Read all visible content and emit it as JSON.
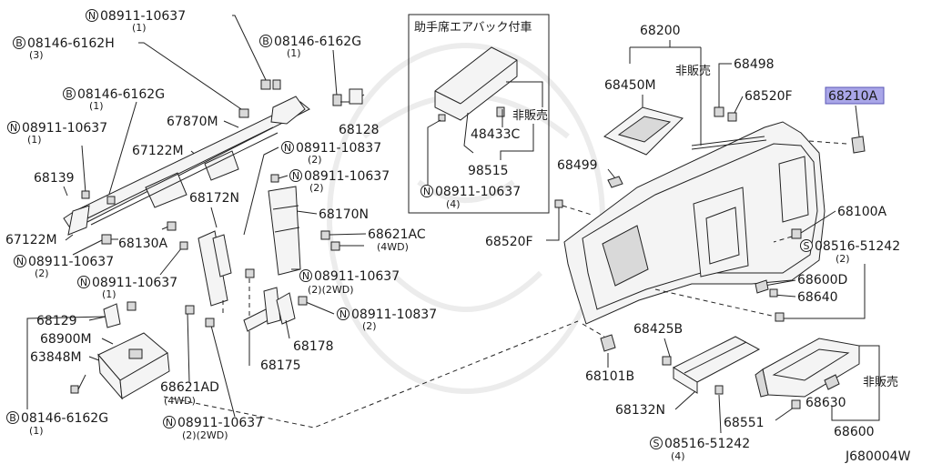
{
  "diagram_code": "J680004W",
  "inset_title": "助手席エアバック付車",
  "labels": {
    "p_0891110637_a": "08911-10637",
    "p_0891110637_a_q": "(1)",
    "p_0814661620h": "08146-6162H",
    "p_0814661620h_q": "(3)",
    "p_0814661620g_a": "08146-6162G",
    "p_0814661620g_a_q": "(1)",
    "p_0814661620g_b": "08146-6162G",
    "p_0814661620g_b_q": "(1)",
    "p_0891110637_b": "08911-10637",
    "p_0891110637_b_q": "(1)",
    "p_67870m": "67870M",
    "p_67122m_a": "67122M",
    "p_68139": "68139",
    "p_67122m_b": "67122M",
    "p_68130a": "68130A",
    "p_0891110637_c": "08911-10637",
    "p_0891110637_c_q": "(2)",
    "p_0891110637_d": "08911-10637",
    "p_0891110637_d_q": "(1)",
    "p_68128": "68128",
    "p_0891110837_a": "08911-10837",
    "p_0891110837_a_q": "(2)",
    "p_0891110637_e": "08911-10637",
    "p_0891110637_e_q": "(2)",
    "p_68172n": "68172N",
    "p_68170n": "68170N",
    "p_68621ac": "68621AC",
    "p_68621ac_q": "(4WD)",
    "p_0891110637_f": "08911-10637",
    "p_0891110637_f_q": "(2)(2WD)",
    "p_0891110837_b": "08911-10837",
    "p_0891110837_b_q": "(2)",
    "p_68178": "68178",
    "p_68175": "68175",
    "p_68129": "68129",
    "p_68900m": "68900M",
    "p_63848m": "63848M",
    "p_68621ad": "68621AD",
    "p_68621ad_q": "(4WD)",
    "p_0814661620g_c": "08146-6162G",
    "p_0814661620g_c_q": "(1)",
    "p_0891110637_g": "08911-10637",
    "p_0891110637_g_q": "(2)(2WD)",
    "p_hanbai_a": "非販売",
    "p_48433c": "48433C",
    "p_98515": "98515",
    "p_0891110637_h": "08911-10637",
    "p_0891110637_h_q": "(4)",
    "p_68200": "68200",
    "p_68450m": "68450M",
    "p_hanbai_b": "非販売",
    "p_68498": "68498",
    "p_68520f_a": "68520F",
    "p_68210a": "68210A",
    "p_68499": "68499",
    "p_68100a": "68100A",
    "p_0851651242_a": "08516-51242",
    "p_0851651242_a_q": "(2)",
    "p_68520f_b": "68520F",
    "p_68600d": "68600D",
    "p_68640": "68640",
    "p_68425b": "68425B",
    "p_68101b": "68101B",
    "p_68132n": "68132N",
    "p_68551": "68551",
    "p_0851651242_b": "08516-51242",
    "p_0851651242_b_q": "(4)",
    "p_68630": "68630",
    "p_hanbai_c": "非販売",
    "p_68600": "68600"
  },
  "prefixes": {
    "n": "N",
    "b": "B",
    "s": "S"
  },
  "highlight": {
    "part": "68210A",
    "color": "#a9a6e8"
  }
}
